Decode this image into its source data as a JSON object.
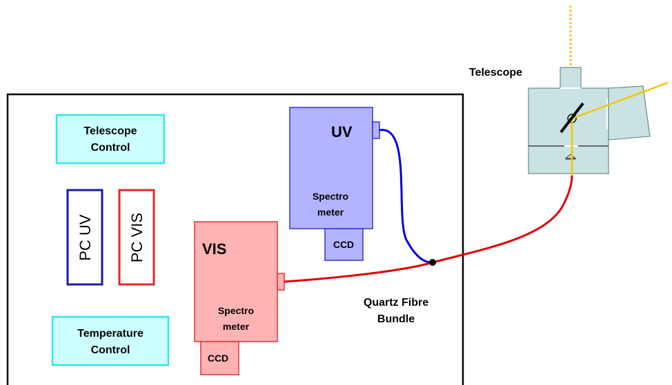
{
  "labels": {
    "telescope": "Telescope",
    "telescope_control_1": "Telescope",
    "telescope_control_2": "Control",
    "temperature_control_1": "Temperature",
    "temperature_control_2": "Control",
    "pc_uv": "PC UV",
    "pc_vis": "PC VIS",
    "uv": "UV",
    "uv_spectro_1": "Spectro",
    "uv_spectro_2": "meter",
    "uv_ccd": "CCD",
    "vis": "VIS",
    "vis_spectro_1": "Spectro",
    "vis_spectro_2": "meter",
    "vis_ccd": "CCD",
    "fibre_1": "Quartz Fibre",
    "fibre_2": "Bundle"
  },
  "colors": {
    "enclosure": "#000000",
    "control_box_fill": "#ccffff",
    "control_box_border": "#33e6e6",
    "pc_uv_border": "#1a1aa8",
    "pc_vis_border": "#e02828",
    "uv_fill": "#b3b3ff",
    "uv_border": "#3333cc",
    "vis_fill": "#ffb3b3",
    "vis_border": "#e03333",
    "telescope_fill": "#c9e3e3",
    "telescope_border": "#6f8a8a",
    "blue_fibre": "#0000dd",
    "red_fibre": "#e00000",
    "sun_ray": "#f5c400"
  }
}
